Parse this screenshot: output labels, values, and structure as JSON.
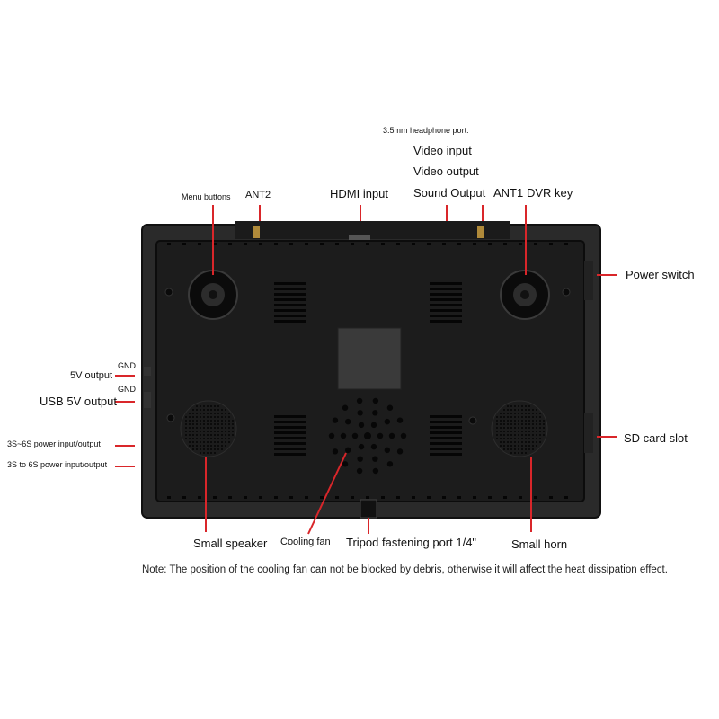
{
  "labels": {
    "headphone_port": "3.5mm headphone port:",
    "video_input": "Video input",
    "video_output": "Video output",
    "sound_output": "Sound Output",
    "ant1": "ANT1",
    "dvr_key": "DVR key",
    "menu_buttons": "Menu buttons",
    "ant2": "ANT2",
    "hdmi_input": "HDMI input",
    "power_switch": "Power switch",
    "gnd_1": "GND",
    "out_5v": "5V output",
    "gnd_2": "GND",
    "usb_5v": "USB 5V output",
    "power_io_1": "3S~6S power input/output",
    "power_io_2": "3S to 6S power input/output",
    "sd_card": "SD card slot",
    "small_speaker": "Small speaker",
    "cooling_fan": "Cooling fan",
    "tripod_port": "Tripod fastening port 1/4\"",
    "small_horn": "Small horn"
  },
  "note": "Note: The position of the cooling fan can not be blocked by debris, otherwise it will affect the heat dissipation effect.",
  "colors": {
    "leader_line": "#d9262a",
    "device_body": "#1a1a1a",
    "device_frame": "#2a2a2a"
  }
}
